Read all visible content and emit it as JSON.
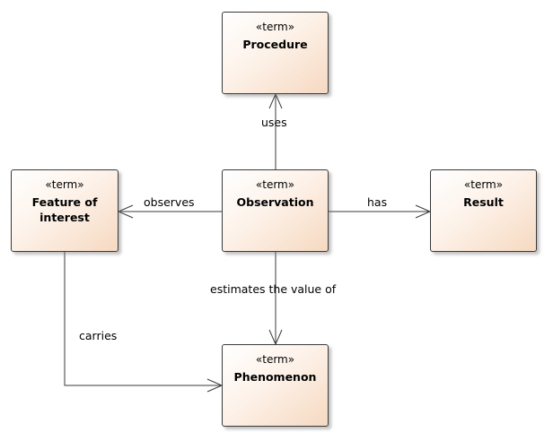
{
  "nodes": [
    {
      "id": "procedure",
      "stereotype": "«term»",
      "name": "Procedure"
    },
    {
      "id": "feature",
      "stereotype": "«term»",
      "name": "Feature of interest"
    },
    {
      "id": "observation",
      "stereotype": "«term»",
      "name": "Observation"
    },
    {
      "id": "result",
      "stereotype": "«term»",
      "name": "Result"
    },
    {
      "id": "phenomenon",
      "stereotype": "«term»",
      "name": "Phenomenon"
    }
  ],
  "edges": [
    {
      "from": "observation",
      "to": "procedure",
      "label": "uses"
    },
    {
      "from": "observation",
      "to": "feature",
      "label": "observes"
    },
    {
      "from": "observation",
      "to": "result",
      "label": "has"
    },
    {
      "from": "observation",
      "to": "phenomenon",
      "label": "estimates the value of"
    },
    {
      "from": "feature",
      "to": "phenomenon",
      "label": "carries"
    }
  ],
  "colors": {
    "line": "#3a3a3a",
    "fill_light": "#ffffff",
    "fill_dark": "#f6d9c1"
  }
}
